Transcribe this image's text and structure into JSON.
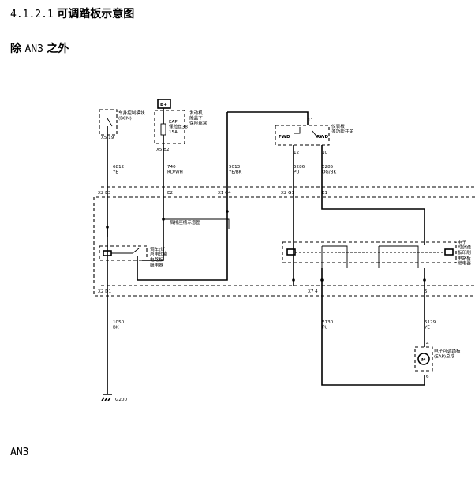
{
  "heading": {
    "number": "4.1.2.1",
    "title": "可调踏板示意图"
  },
  "subheading": {
    "prefix": "除",
    "code": "AN3",
    "suffix": "之外"
  },
  "footer": {
    "code": "AN3"
  },
  "diagram": {
    "bcm_label": "车身控制模块\n(BCM)",
    "bplus": "B+",
    "fuse_block_label": "发动机\n舱盖下\n保险丝盒",
    "fuse_label": "EAP\n保险丝38\n15A",
    "bcm_pin": "X5 19",
    "fuse_pin": "X5 B2",
    "switch_label": "仪表板\n多功能开关",
    "switch_pin": "11",
    "fwd": "FWD",
    "rwd": "RWD",
    "pin_12": "12",
    "pin_10": "10",
    "wire_6812": "6812\nYE",
    "wire_740": "740\nRD/WH",
    "wire_5013": "5013\nYE/BK",
    "wire_5286": "5286\nPU",
    "wire_5285": "5285\nOG/BK",
    "conn_x2_e3": "X2 E3",
    "conn_e2": "E2",
    "conn_x1_c4": "X1 C4",
    "conn_x2_g1": "X2 G1",
    "conn_e1": "E1",
    "rear_aux_label": "后排座椅示意图",
    "relay1_label": "调车(灯)\n启用印刷\n电路板\n继电器",
    "relay2_label": "电子\n可调踏\n板印刷\n电路板\n继电器",
    "conn_x2_d1": "X2 D1",
    "conn_x7_4": "X7 4",
    "conn_5": "5",
    "wire_1050": "1050\nBK",
    "wire_5130": "5130\nPU",
    "wire_5129": "5129\nYE",
    "motor_label": "电子可调踏板\n(EAP)总成",
    "motor_pin_top": "4",
    "motor_pin_bottom": "6",
    "motor_symbol": "M",
    "ground": "G200"
  }
}
